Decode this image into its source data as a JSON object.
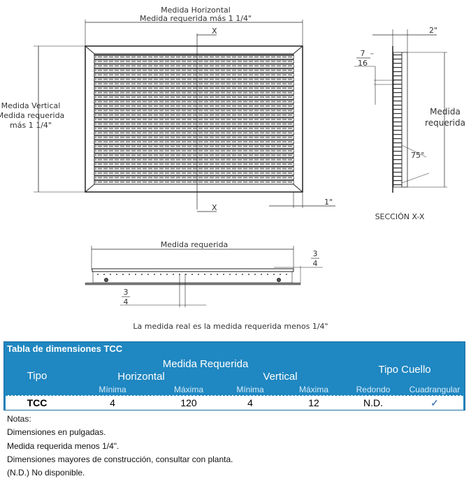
{
  "drawing": {
    "front": {
      "h_title": "Medida Horizontal",
      "h_sub": "Medida requerida más 1 1/4\"",
      "v_title": "Medida Vertical",
      "v_sub1": "Medida requerida",
      "v_sub2": "más 1 1/4\"",
      "section_mark": "X",
      "one_inch": "1\""
    },
    "section": {
      "two_inch": "2\"",
      "frac_num": "7",
      "frac_den": "16",
      "inch": "''",
      "medida1": "Medida",
      "medida2": "requerida",
      "angle": "75°",
      "caption": "SECCIÓN X-X"
    },
    "bottom": {
      "label": "Medida requerida",
      "frac_num": "3",
      "frac_den": "4",
      "inch": "''"
    },
    "note": "La medida real es la medida requerida menos 1/4\""
  },
  "table": {
    "title": "Tabla de dimensiones  TCC",
    "tipo": "Tipo",
    "medida": "Medida Requerida",
    "horizontal": "Horizontal",
    "vertical": "Vertical",
    "tipo_cuello": "Tipo Cuello",
    "sub": [
      "Mínima",
      "Máxima",
      "Mínima",
      "Máxima",
      "Redondo",
      "Cuadrangular"
    ],
    "row": {
      "tipo": "TCC",
      "h_min": "4",
      "h_max": "120",
      "v_min": "4",
      "v_max": "12",
      "redondo": "N.D.",
      "cuadrangular": "✓"
    }
  },
  "notes": [
    "Notas:",
    "Dimensiones en pulgadas.",
    "Medida requerida menos 1/4\".",
    "Dimensiones mayores de construcción, consultar con planta.",
    "(N.D.) No disponible."
  ],
  "colors": {
    "table_bg": "#1f87c1",
    "check": "#1a5fa8"
  }
}
